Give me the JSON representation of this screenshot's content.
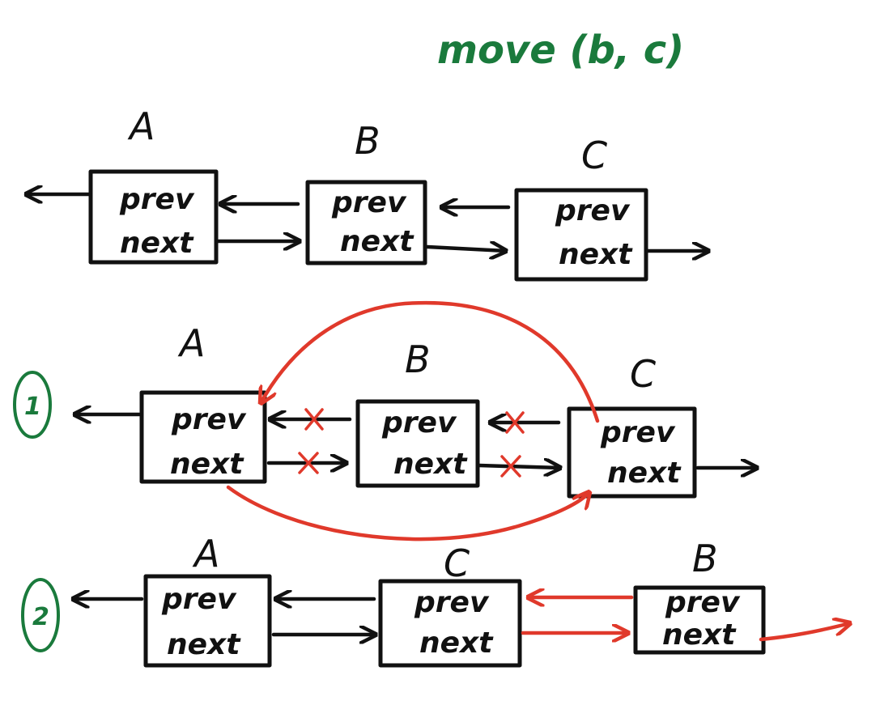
{
  "title": "move (b, c)",
  "fields": {
    "prev": "prev",
    "next": "next"
  },
  "rows": [
    {
      "step": "",
      "nodes": [
        "A",
        "B",
        "C"
      ]
    },
    {
      "step": "1",
      "nodes": [
        "A",
        "B",
        "C"
      ]
    },
    {
      "step": "2",
      "nodes": [
        "A",
        "C",
        "B"
      ]
    }
  ],
  "colors": {
    "ink": "#111111",
    "change": "#e0392b",
    "annotation": "#1a7a3c"
  }
}
